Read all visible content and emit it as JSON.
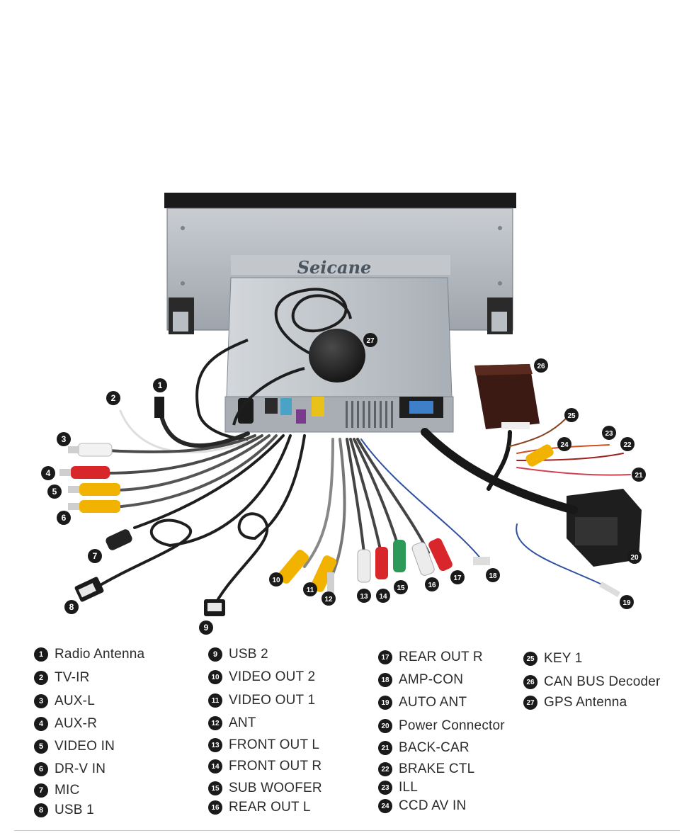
{
  "brand": "Seicane",
  "callouts": [
    "1",
    "2",
    "3",
    "4",
    "5",
    "6",
    "7",
    "8",
    "9",
    "10",
    "11",
    "12",
    "13",
    "14",
    "15",
    "16",
    "17",
    "18",
    "19",
    "20",
    "21",
    "22",
    "23",
    "24",
    "25",
    "26",
    "27"
  ],
  "legend": {
    "col1": [
      {
        "num": "1",
        "label": "Radio Antenna"
      },
      {
        "num": "2",
        "label": "TV-IR"
      },
      {
        "num": "3",
        "label": "AUX-L"
      },
      {
        "num": "4",
        "label": "AUX-R"
      },
      {
        "num": "5",
        "label": "VIDEO IN"
      },
      {
        "num": "6",
        "label": "DR-V IN"
      },
      {
        "num": "7",
        "label": "MIC"
      },
      {
        "num": "8",
        "label": "USB 1"
      }
    ],
    "col2": [
      {
        "num": "9",
        "label": "USB 2"
      },
      {
        "num": "10",
        "label": "VIDEO OUT 2"
      },
      {
        "num": "11",
        "label": "VIDEO OUT 1"
      },
      {
        "num": "12",
        "label": "ANT"
      },
      {
        "num": "13",
        "label": "FRONT OUT L"
      },
      {
        "num": "14",
        "label": "FRONT OUT R"
      },
      {
        "num": "15",
        "label": "SUB WOOFER"
      },
      {
        "num": "16",
        "label": "REAR OUT L"
      }
    ],
    "col3": [
      {
        "num": "17",
        "label": "REAR OUT R"
      },
      {
        "num": "18",
        "label": "AMP-CON"
      },
      {
        "num": "19",
        "label": "AUTO ANT"
      },
      {
        "num": "20",
        "label": "Power Connector"
      },
      {
        "num": "21",
        "label": "BACK-CAR"
      },
      {
        "num": "22",
        "label": "BRAKE CTL"
      },
      {
        "num": "23",
        "label": "ILL"
      },
      {
        "num": "24",
        "label": "CCD AV IN"
      }
    ],
    "col4": [
      {
        "num": "25",
        "label": "KEY 1"
      },
      {
        "num": "26",
        "label": "CAN BUS Decoder"
      },
      {
        "num": "27",
        "label": "GPS Antenna"
      }
    ]
  },
  "colors": {
    "red": "#d8262b",
    "yellow": "#f2b300",
    "white": "#ececec",
    "green": "#2e9a5a",
    "cable": "#2a2a2a",
    "unit": "#b6bcc3",
    "panel": "#1d1d1d"
  }
}
